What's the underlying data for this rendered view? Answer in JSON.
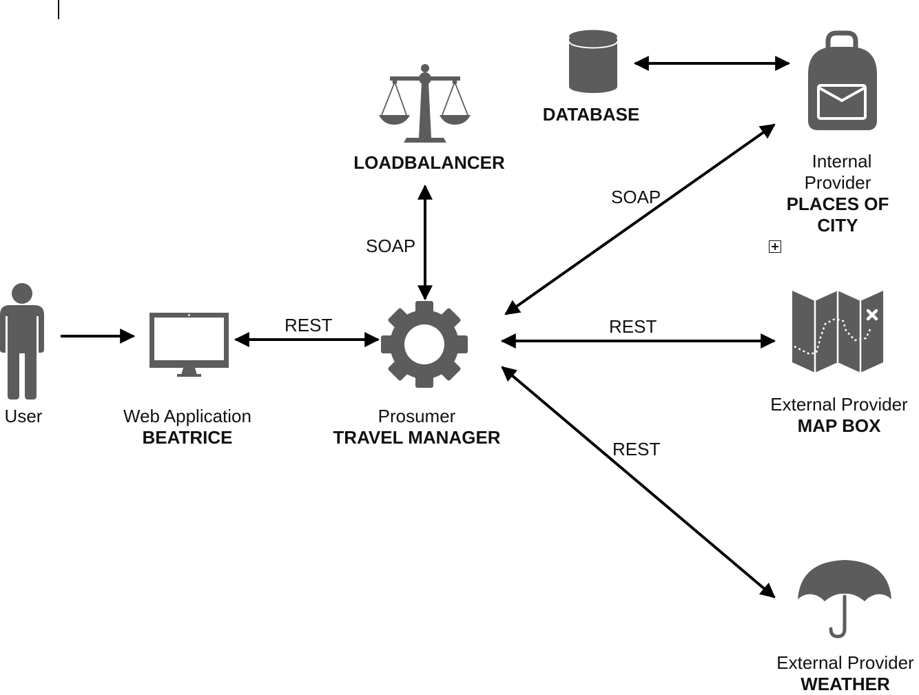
{
  "colors": {
    "icon": "#5c5c5c",
    "arrow": "#000000",
    "text": "#111111"
  },
  "nodes": {
    "user": {
      "icon": "person-icon",
      "name": "User"
    },
    "webapp": {
      "icon": "monitor-icon",
      "kind": "Web Application",
      "name": "BEATRICE"
    },
    "prosumer": {
      "icon": "gear-icon",
      "kind": "Prosumer",
      "name": "TRAVEL MANAGER"
    },
    "loadbalancer": {
      "icon": "scales-icon",
      "name": "LOADBALANCER"
    },
    "database": {
      "icon": "database-icon",
      "name": "DATABASE"
    },
    "places": {
      "icon": "backpack-icon",
      "kind_line1": "Internal",
      "kind_line2": "Provider",
      "name_line1": "PLACES OF",
      "name_line2": "CITY",
      "expand_icon": "plus-box-icon"
    },
    "mapbox": {
      "icon": "map-icon",
      "kind": "External Provider",
      "name": "MAP BOX"
    },
    "weather": {
      "icon": "umbrella-icon",
      "kind": "External Provider",
      "name": "WEATHER"
    }
  },
  "edges": [
    {
      "from": "user",
      "to": "webapp",
      "direction": "one-way",
      "label": ""
    },
    {
      "from": "webapp",
      "to": "prosumer",
      "direction": "two-way",
      "label": "REST"
    },
    {
      "from": "prosumer",
      "to": "loadbalancer",
      "direction": "two-way",
      "label": "SOAP"
    },
    {
      "from": "prosumer",
      "to": "places",
      "direction": "two-way",
      "label": "SOAP"
    },
    {
      "from": "prosumer",
      "to": "mapbox",
      "direction": "two-way",
      "label": "REST"
    },
    {
      "from": "prosumer",
      "to": "weather",
      "direction": "two-way",
      "label": "REST"
    },
    {
      "from": "database",
      "to": "places",
      "direction": "two-way",
      "label": ""
    }
  ]
}
